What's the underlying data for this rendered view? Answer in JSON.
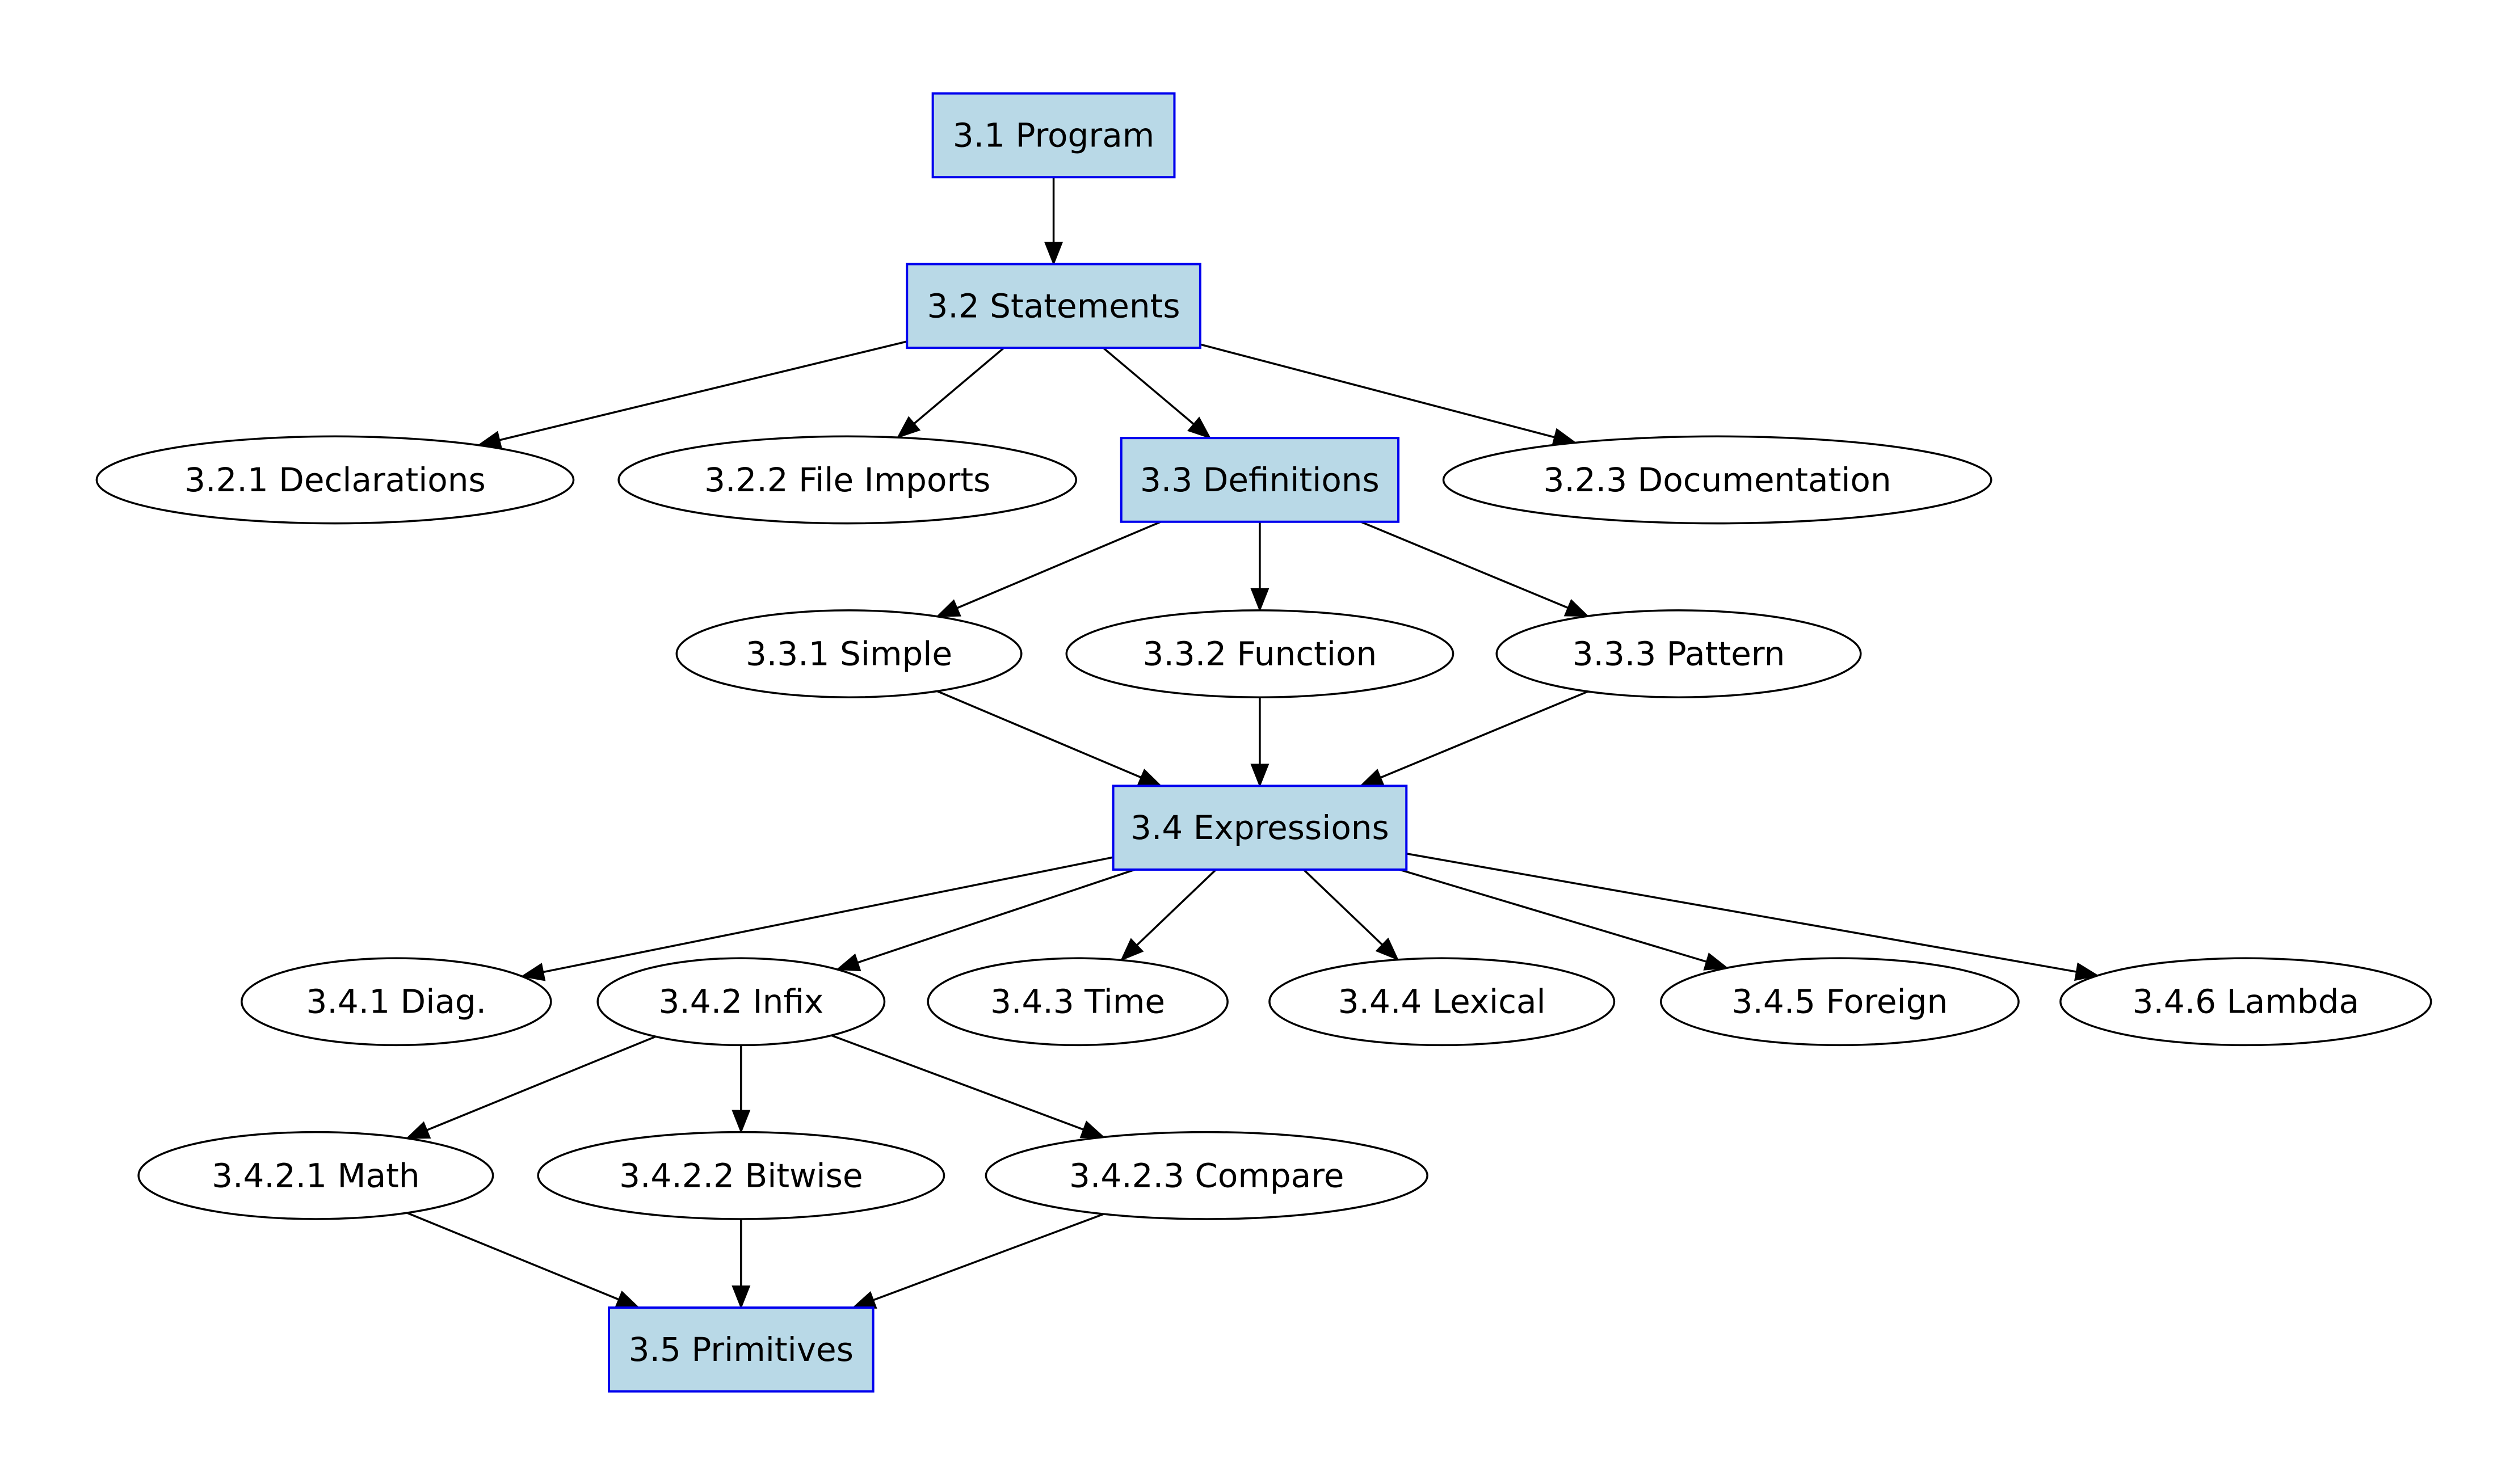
{
  "diagram": {
    "colors": {
      "box_fill": "#b9d9e7",
      "box_stroke": "#0000ee",
      "ellipse_stroke": "#000000",
      "edge": "#000000"
    },
    "nodes": {
      "program": "3.1 Program",
      "statements": "3.2 Statements",
      "declarations": "3.2.1 Declarations",
      "file_imports": "3.2.2 File Imports",
      "definitions": "3.3 Definitions",
      "documentation": "3.2.3 Documentation",
      "simple": "3.3.1 Simple",
      "function": "3.3.2 Function",
      "pattern": "3.3.3 Pattern",
      "expressions": "3.4 Expressions",
      "diag": "3.4.1 Diag.",
      "infix": "3.4.2 Infix",
      "time": "3.4.3 Time",
      "lexical": "3.4.4 Lexical",
      "foreign": "3.4.5 Foreign",
      "lambda": "3.4.6 Lambda",
      "math": "3.4.2.1 Math",
      "bitwise": "3.4.2.2 Bitwise",
      "compare": "3.4.2.3 Compare",
      "primitives": "3.5 Primitives"
    },
    "edges": [
      [
        "program",
        "statements"
      ],
      [
        "statements",
        "declarations"
      ],
      [
        "statements",
        "file_imports"
      ],
      [
        "statements",
        "definitions"
      ],
      [
        "statements",
        "documentation"
      ],
      [
        "definitions",
        "simple"
      ],
      [
        "definitions",
        "function"
      ],
      [
        "definitions",
        "pattern"
      ],
      [
        "simple",
        "expressions"
      ],
      [
        "function",
        "expressions"
      ],
      [
        "pattern",
        "expressions"
      ],
      [
        "expressions",
        "diag"
      ],
      [
        "expressions",
        "infix"
      ],
      [
        "expressions",
        "time"
      ],
      [
        "expressions",
        "lexical"
      ],
      [
        "expressions",
        "foreign"
      ],
      [
        "expressions",
        "lambda"
      ],
      [
        "infix",
        "math"
      ],
      [
        "infix",
        "bitwise"
      ],
      [
        "infix",
        "compare"
      ],
      [
        "math",
        "primitives"
      ],
      [
        "bitwise",
        "primitives"
      ],
      [
        "compare",
        "primitives"
      ]
    ]
  }
}
